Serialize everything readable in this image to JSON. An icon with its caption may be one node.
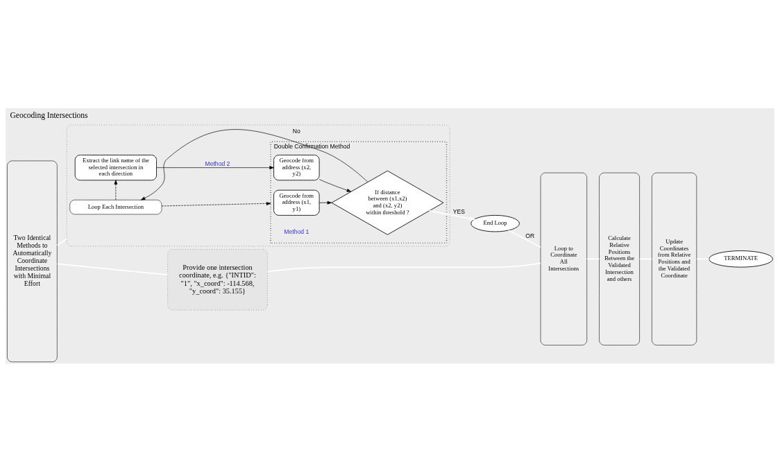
{
  "diagram": {
    "title": "Geocoding Intersections",
    "nodes": [
      {
        "text": [
          "Two Identical Methods to Automatically Coordinate Intersections with Minimal Effort"
        ]
      },
      {
        "text": [],
        "shape": "box"
      },
      {
        "text": [
          "Loop Each Intersection"
        ],
        "in": 1
      },
      {
        "text": [
          "Extract the link name of the selected intersection in each direction"
        ],
        "in": 1
      },
      {
        "text": [
          "Double Confirmation Method"
        ],
        "in": 1
      },
      {
        "text": [
          "Geocode from address (x1, y1)"
        ],
        "in": 4
      },
      {
        "text": [
          "Geocode from address (x2, y2)"
        ],
        "in": 4
      },
      {
        "text": [
          "If distance between (x1,x2) and (x2, y2) within threshold ?"
        ],
        "in": 4
      },
      {
        "text": [
          "End Loop"
        ]
      },
      {
        "text": [
          "Provide one intersection coordinate, e.g. {\"INTID\": \"1\", \"x_coord\": -114.568, \"y_coord\": 35.155}"
        ]
      },
      {
        "text": [
          "Loop to Coordinate All Intersections"
        ]
      },
      {
        "text": [
          "Calculate Relative Positions Between the Validated Intersection and others"
        ]
      },
      {
        "text": [
          "Update Coordinates from Relative Positions and the Validated Coordinate"
        ]
      },
      {
        "text": [
          "TERMINATE"
        ]
      }
    ],
    "edges": [
      {
        "from": 0,
        "to": 1,
        "arrow": "none"
      },
      {
        "from": 0,
        "to": 9,
        "arrow": "none"
      },
      {
        "from": 2,
        "to": 3,
        "arrow": "to",
        "style": "dashed",
        "color": "#000000"
      },
      {
        "from": 2,
        "to": 4,
        "arrow": "to",
        "style": "dashed",
        "color": "#000000"
      },
      {
        "from": 3,
        "to": 6,
        "arrow": "to",
        "label": "Method 2",
        "color": "#000000"
      },
      {
        "from": 5,
        "to": 7,
        "arrow": "to",
        "color": "#000000"
      },
      {
        "from": 6,
        "to": 7,
        "arrow": "to",
        "color": "#000000"
      },
      {
        "from": 7,
        "to": 2,
        "arrow": "to",
        "label": "No",
        "color": "#000000"
      },
      {
        "from": 7,
        "to": 8,
        "arrow": "to",
        "label": "YES"
      },
      {
        "from": 8,
        "to": 10,
        "arrow": "none",
        "label": "OR"
      },
      {
        "from": 9,
        "to": 10,
        "arrow": "none"
      },
      {
        "from": 10,
        "to": 11,
        "arrow": "none"
      },
      {
        "from": 11,
        "to": 12,
        "arrow": "none"
      },
      {
        "from": 12,
        "to": 13,
        "arrow": "none"
      }
    ],
    "labels": [
      "Method 1"
    ]
  }
}
